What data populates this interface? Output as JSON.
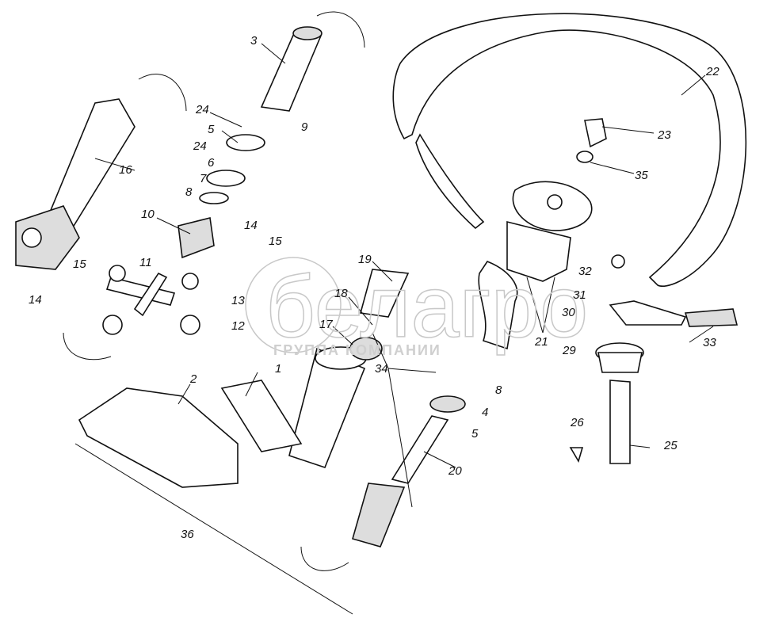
{
  "watermark": {
    "brand": "белагро",
    "subtitle": "ГРУППА КОМПАНИИ"
  },
  "callouts": [
    "1",
    "2",
    "3",
    "4",
    "5",
    "5",
    "6",
    "7",
    "8",
    "8",
    "9",
    "10",
    "11",
    "12",
    "13",
    "14",
    "14",
    "15",
    "15",
    "16",
    "17",
    "18",
    "19",
    "20",
    "21",
    "22",
    "23",
    "24",
    "24",
    "25",
    "26",
    "29",
    "30",
    "31",
    "32",
    "33",
    "34",
    "35",
    "36"
  ]
}
